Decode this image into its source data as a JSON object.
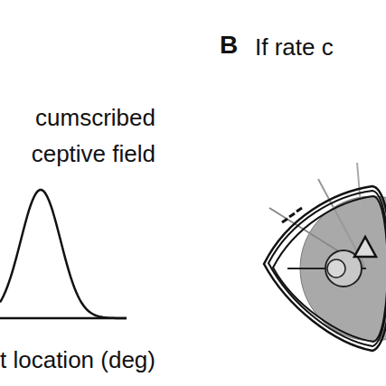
{
  "diagram": {
    "labels": [
      "B",
      "If rate c",
      "cumscribed ceptive field",
      "t location (deg)"
    ]
  }
}
